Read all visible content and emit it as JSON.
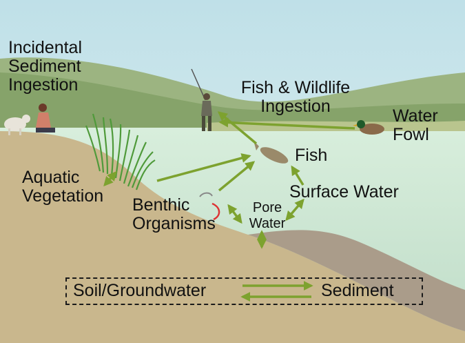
{
  "labels": {
    "incidental_sediment_ingestion": "Incidental\nSediment\nIngestion",
    "fish_wildlife_ingestion": "Fish & Wildlife\nIngestion",
    "water_fowl": "Water\nFowl",
    "fish": "Fish",
    "aquatic_vegetation": "Aquatic\nVegetation",
    "surface_water": "Surface Water",
    "benthic_organisms": "Benthic\nOrganisms",
    "pore_water": "Pore\nWater",
    "soil_groundwater": "Soil/Groundwater",
    "sediment": "Sediment"
  },
  "colors": {
    "sky": "#c7e3e8",
    "hill": "#8fa873",
    "water": "#cfe6d6",
    "bank": "#c9b78d",
    "sediment_layer": "#a89a88",
    "arrow": "#7da22f",
    "reed": "#4f9a3a"
  }
}
